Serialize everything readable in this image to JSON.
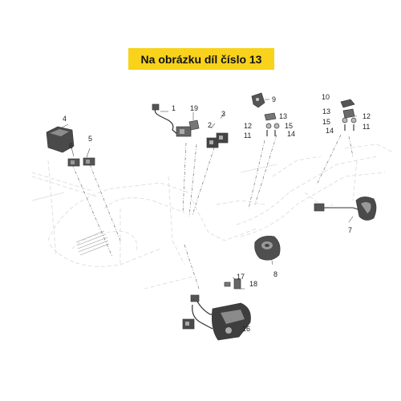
{
  "banner": {
    "text": "Na obrázku díl číslo 13"
  },
  "colors": {
    "banner_bg": "#f8d21b",
    "part_dark": "#3c3c3c",
    "part_mid": "#8a8a8a",
    "ghost": "#d9d9d9"
  },
  "callouts": {
    "c1": "1",
    "c2": "2",
    "c3": "3",
    "c4": "4",
    "c5": "5",
    "c6": "6",
    "c7": "7",
    "c8": "8",
    "c9": "9",
    "c10": "10",
    "c11a": "11",
    "c11b": "11",
    "c12a": "12",
    "c12b": "12",
    "c13a": "13",
    "c13b": "13",
    "c14a": "14",
    "c14b": "14",
    "c15a": "15",
    "c15b": "15",
    "c16": "16",
    "c17": "17",
    "c18": "18",
    "c19": "19"
  }
}
